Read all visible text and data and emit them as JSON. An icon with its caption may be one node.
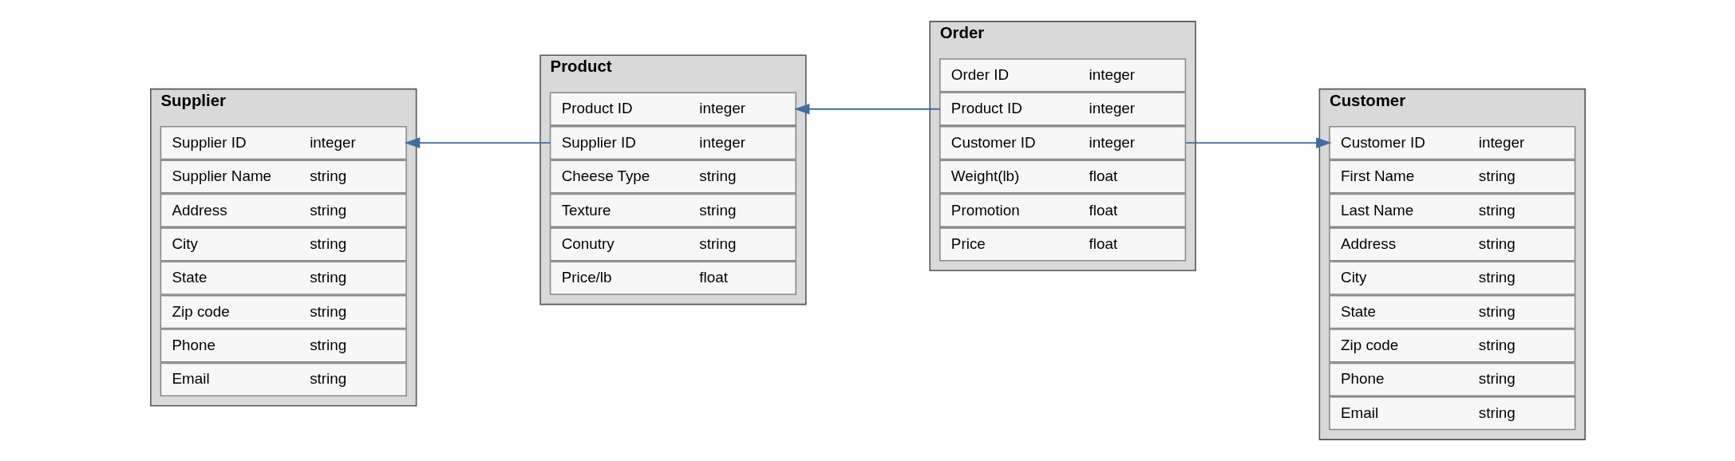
{
  "diagram": {
    "nodes": [
      {
        "text": [
          "Supplier"
        ]
      },
      {
        "text": [
          "Supplier ID",
          "integer"
        ],
        "in": 0
      },
      {
        "text": [
          "Supplier Name",
          "string"
        ],
        "in": 0
      },
      {
        "text": [
          "Address",
          "string"
        ],
        "in": 0
      },
      {
        "text": [
          "City",
          "string"
        ],
        "in": 0
      },
      {
        "text": [
          "State",
          "string"
        ],
        "in": 0
      },
      {
        "text": [
          "Zip code",
          "string"
        ],
        "in": 0
      },
      {
        "text": [
          "Phone",
          "string"
        ],
        "in": 0
      },
      {
        "text": [
          "Email",
          "string"
        ],
        "in": 0
      },
      {
        "text": [
          "Product"
        ]
      },
      {
        "text": [
          "Product ID",
          "integer"
        ],
        "in": 9
      },
      {
        "text": [
          "Supplier ID",
          "integer"
        ],
        "in": 9
      },
      {
        "text": [
          "Cheese Type",
          "string"
        ],
        "in": 9
      },
      {
        "text": [
          "Texture",
          "string"
        ],
        "in": 9
      },
      {
        "text": [
          "Conutry",
          "string"
        ],
        "in": 9
      },
      {
        "text": [
          "Price/lb",
          "float"
        ],
        "in": 9
      },
      {
        "text": [
          "Order"
        ]
      },
      {
        "text": [
          "Order ID",
          "integer"
        ],
        "in": 16
      },
      {
        "text": [
          "Product ID",
          "integer"
        ],
        "in": 16
      },
      {
        "text": [
          "Customer ID",
          "integer"
        ],
        "in": 16
      },
      {
        "text": [
          "Weight(lb)",
          "float"
        ],
        "in": 16
      },
      {
        "text": [
          "Promotion",
          "float"
        ],
        "in": 16
      },
      {
        "text": [
          "Price",
          "float"
        ],
        "in": 16
      },
      {
        "text": [
          "Customer"
        ]
      },
      {
        "text": [
          "Customer ID",
          "integer"
        ],
        "in": 23
      },
      {
        "text": [
          "First Name",
          "string"
        ],
        "in": 23
      },
      {
        "text": [
          "Last Name",
          "string"
        ],
        "in": 23
      },
      {
        "text": [
          "Address",
          "string"
        ],
        "in": 23
      },
      {
        "text": [
          "City",
          "string"
        ],
        "in": 23
      },
      {
        "text": [
          "State",
          "string"
        ],
        "in": 23
      },
      {
        "text": [
          "Zip code",
          "string"
        ],
        "in": 23
      },
      {
        "text": [
          "Phone",
          "string"
        ],
        "in": 23
      },
      {
        "text": [
          "Email",
          "string"
        ],
        "in": 23
      }
    ],
    "edges": [
      {
        "from": 11,
        "to": 1,
        "arrow": "to"
      },
      {
        "from": 18,
        "to": 10,
        "arrow": "to"
      },
      {
        "from": 19,
        "to": 24,
        "arrow": "to"
      }
    ]
  }
}
